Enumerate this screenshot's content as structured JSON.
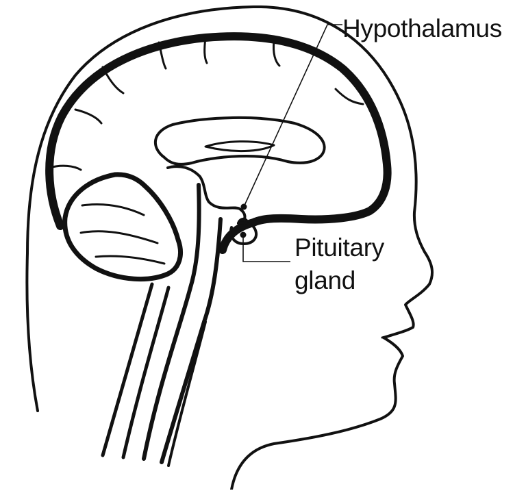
{
  "labels": {
    "hypothalamus": "Hypothalamus",
    "pituitary_line1": "Pituitary",
    "pituitary_line2": "gland"
  },
  "colors": {
    "ink": "#111111",
    "background": "#ffffff"
  }
}
